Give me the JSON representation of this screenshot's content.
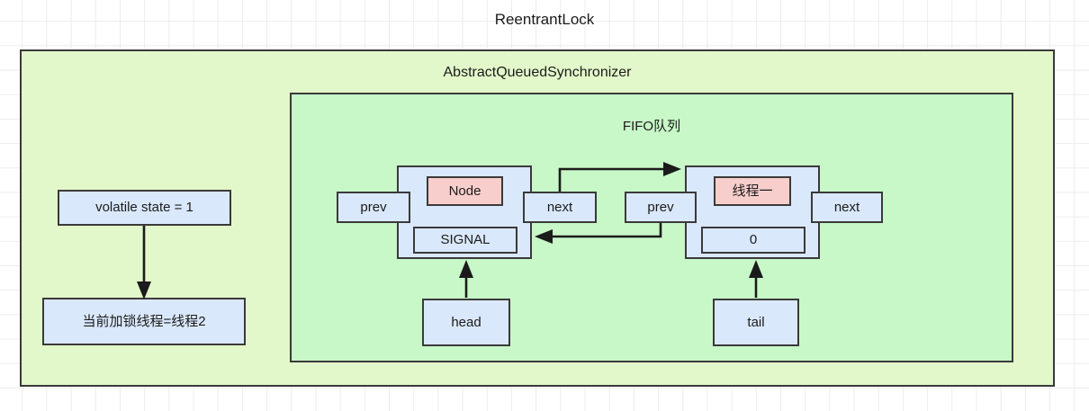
{
  "diagram": {
    "title": "ReentrantLock",
    "outer_container": {
      "label": "AbstractQueuedSynchronizer",
      "fill": "#e3f8ca",
      "stroke": "#3a3a3a"
    },
    "inner_container": {
      "label": "FIFO队列",
      "fill": "#c8f7c8",
      "stroke": "#3a3a3a"
    },
    "colors": {
      "blue_fill": "#dae8fc",
      "pink_fill": "#f8cecc",
      "outer_green": "#e3f8ca",
      "inner_green": "#c8f7c8",
      "border": "#3a3a3a",
      "arrow": "#1b1b1b",
      "grid": "#ececec",
      "background": "#ffffff"
    },
    "left_column": {
      "state_box": "volatile state = 1",
      "owner_box": "当前加锁线程=线程2"
    },
    "queue": {
      "nodes": [
        {
          "type_label": "Node",
          "state_label": "SIGNAL",
          "prev_label": "prev",
          "next_label": "next",
          "pointer_label": "head"
        },
        {
          "type_label": "线程一",
          "state_label": "0",
          "prev_label": "prev",
          "next_label": "next",
          "pointer_label": "tail"
        }
      ],
      "links": [
        {
          "from": "node1.next",
          "to": "node2",
          "direction": "forward"
        },
        {
          "from": "node2.prev",
          "to": "node1",
          "direction": "backward"
        },
        {
          "from": "head",
          "to": "node1",
          "direction": "up"
        },
        {
          "from": "tail",
          "to": "node2",
          "direction": "up"
        },
        {
          "from": "state_box",
          "to": "owner_box",
          "direction": "down"
        }
      ]
    }
  }
}
